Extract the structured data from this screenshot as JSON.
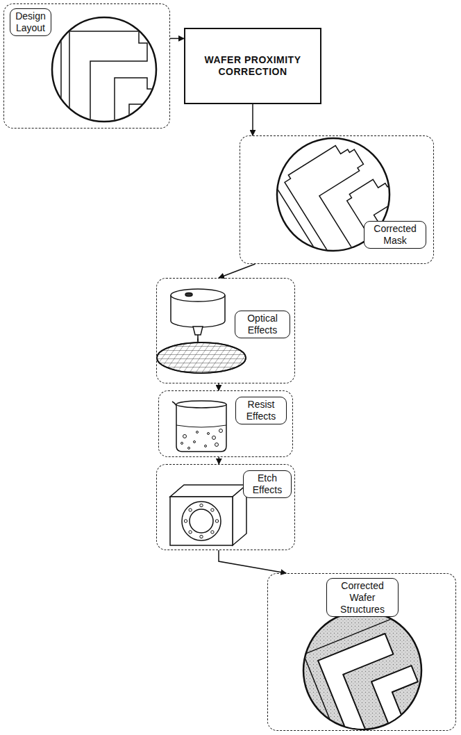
{
  "diagram": {
    "nodes": [
      {
        "text": [
          "Design Layout"
        ]
      },
      {
        "text": [
          "WAFER PROXIMITY CORRECTION"
        ]
      },
      {
        "text": [
          "Corrected Mask"
        ]
      },
      {
        "text": [
          "Optical Effects"
        ]
      },
      {
        "text": [
          "Resist Effects"
        ]
      },
      {
        "text": [
          "Etch Effects"
        ]
      },
      {
        "text": [
          "Corrected Wafer Structures"
        ]
      }
    ],
    "edges": [
      {
        "from": 0,
        "to": 1,
        "arrow": "to"
      },
      {
        "from": 1,
        "to": 2,
        "arrow": "to"
      },
      {
        "from": 2,
        "to": 3,
        "arrow": "to"
      },
      {
        "from": 3,
        "to": 4,
        "arrow": "to"
      },
      {
        "from": 4,
        "to": 5,
        "arrow": "to"
      },
      {
        "from": 5,
        "to": 6,
        "arrow": "to"
      }
    ]
  }
}
